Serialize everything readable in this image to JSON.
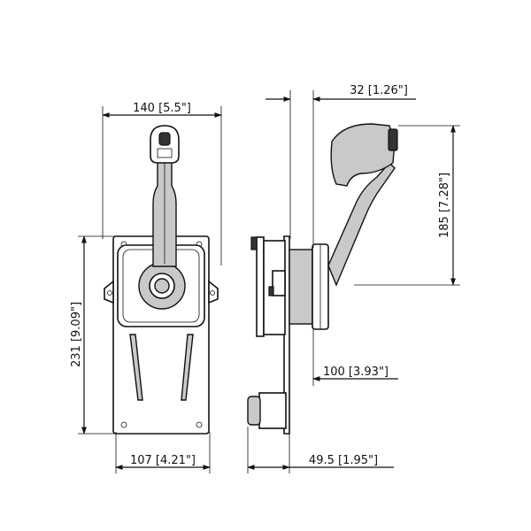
{
  "dimensions": {
    "front_width": "140 [5.5\"]",
    "front_height": "231 [9.09\"]",
    "plate_width": "107 [4.21\"]",
    "side_top": "32 [1.26\"]",
    "side_height": "185 [7.28\"]",
    "side_offset": "100 [3.93\"]",
    "side_depth": "49.5 [1.95\"]"
  }
}
